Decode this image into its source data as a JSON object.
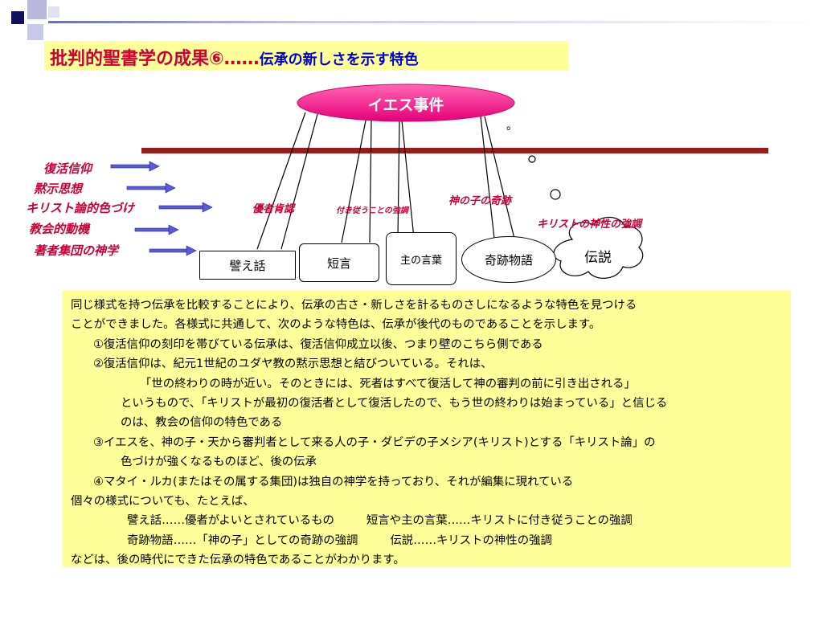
{
  "title": {
    "main": "批判的聖書学の成果⑥……",
    "sub": "伝承の新しさを示す特色"
  },
  "diagram": {
    "event_label": "イエス事件",
    "left_labels": [
      "復活信仰",
      "黙示思想",
      "キリスト論的色づけ",
      "教会的動機",
      "著者集団の神学"
    ],
    "forms": [
      "譬え話",
      "短言",
      "主の言葉",
      "奇跡物語",
      "伝説"
    ],
    "annotations": {
      "yusha": "優者肯認",
      "tsuki": "付き従うことの強調",
      "kami_no_ko": "神の子の奇跡",
      "kirisuto_shinsei": "キリストの神性の強調"
    },
    "small_marks": [
      "。"
    ]
  },
  "body_text": {
    "p1": "同じ様式を持つ伝承を比較することにより、伝承の古さ・新しさを計るものさしになるような特色を見つける",
    "p2": "ことができました。各様式に共通して、次のような特色は、伝承が後代のものであることを示します。",
    "item1": "①復活信仰の刻印を帯びている伝承は、復活信仰成立以後、つまり壁のこちら側である",
    "item2": "②復活信仰は、紀元1世紀のユダヤ教の黙示思想と結びついている。それは、",
    "quote": "「世の終わりの時が近い。そのときには、死者はすべて復活して神の審判の前に引き出される」",
    "item2b": "というもので、「キリストが最初の復活者として復活したので、もう世の終わりは始まっている」と信じる",
    "item2c": "のは、教会の信仰の特色である",
    "item3": "③イエスを、神の子・天から審判者として来る人の子・ダビデの子メシア(キリスト)とする「キリスト論」の",
    "item3b": "色づけが強くなるものほど、後の伝承",
    "item4": "④マタイ・ルカ(またはその属する集団)は独自の神学を持っており、それが編集に現れている",
    "p3": "個々の様式についても、たとえば、",
    "ex1a": "譬え話……優者がよいとされているもの",
    "ex1b": "短言や主の言葉……キリストに付き従うことの強調",
    "ex2a": "奇跡物語……「神の子」としての奇跡の強調",
    "ex2b": "伝説……キリストの神性の強調",
    "p4": "などは、後の時代にできた伝承の特色であることがわかります。"
  }
}
